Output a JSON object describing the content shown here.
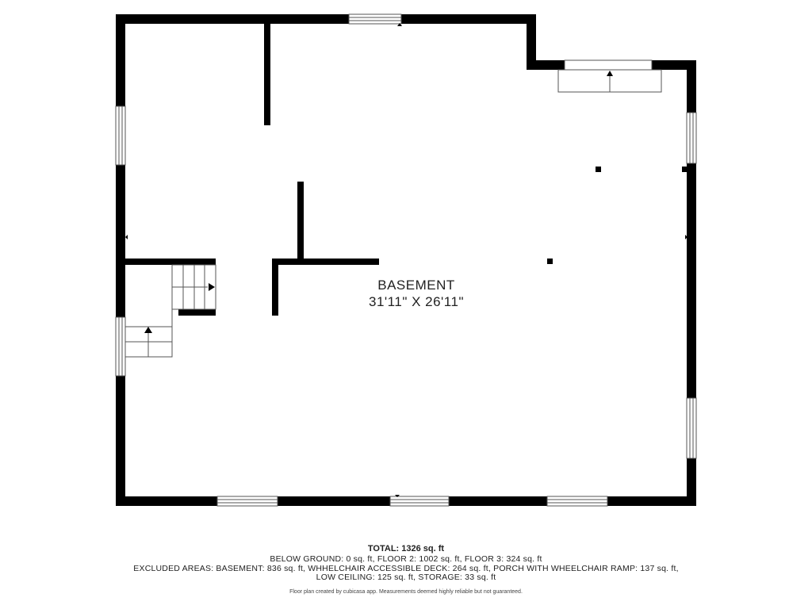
{
  "room": {
    "name": "BASEMENT",
    "dimensions": "31'11\" X 26'11\""
  },
  "summary": {
    "total": "TOTAL: 1326 sq. ft",
    "below_ground": "BELOW GROUND: 0 sq. ft, FLOOR 2: 1002 sq. ft, FLOOR 3: 324 sq. ft",
    "excluded": "EXCLUDED AREAS: BASEMENT: 836 sq. ft, WHHELCHAIR ACCESSIBLE DECK: 264 sq. ft, PORCH WITH WHEELCHAIR RAMP: 137 sq. ft,",
    "excluded_cont": "LOW CEILING: 125 sq. ft, STORAGE: 33 sq. ft",
    "disclaimer": "Floor plan created by cubicasa app. Measurements deemed highly reliable but not guaranteed."
  },
  "colors": {
    "wall": "#000000",
    "window_frame": "#555555",
    "background": "#ffffff"
  }
}
